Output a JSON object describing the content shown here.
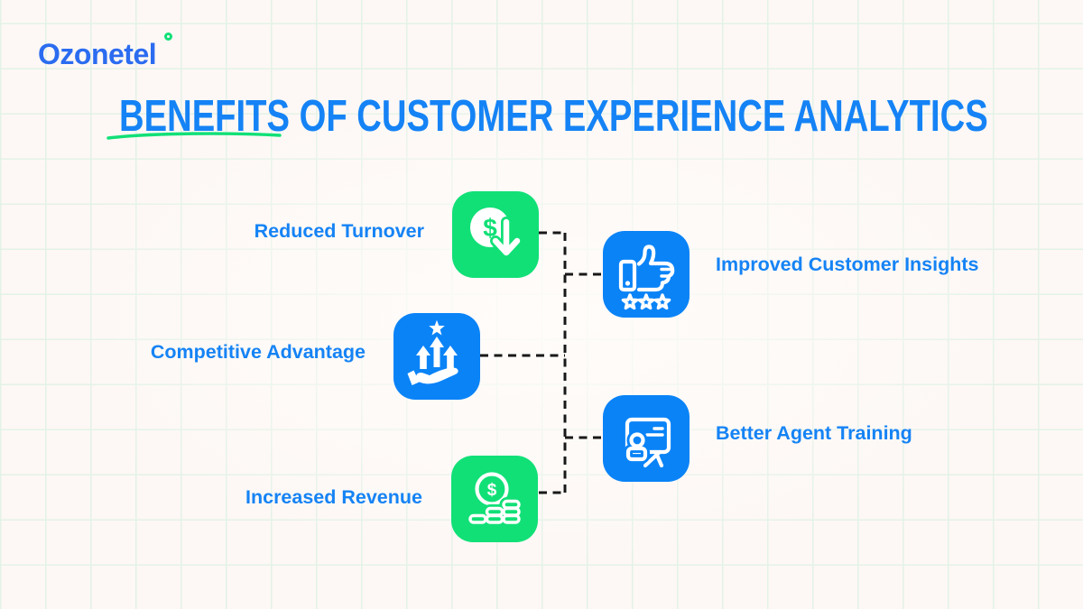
{
  "logo": {
    "text": "Ozonetel"
  },
  "header": {
    "title": "BENEFITS OF CUSTOMER EXPERIENCE ANALYTICS"
  },
  "benefits": [
    {
      "label": "Reduced Turnover",
      "icon": "money-decrease-icon",
      "tile_color": "green",
      "dollar_glyph": "$"
    },
    {
      "label": "Improved Customer Insights",
      "icon": "thumbs-up-rating-icon",
      "tile_color": "blue"
    },
    {
      "label": "Competitive Advantage",
      "icon": "hand-growth-arrows-icon",
      "tile_color": "blue"
    },
    {
      "label": "Better Agent Training",
      "icon": "presentation-trainer-icon",
      "tile_color": "blue"
    },
    {
      "label": "Increased Revenue",
      "icon": "coins-stack-icon",
      "tile_color": "green",
      "dollar_glyph": "$"
    }
  ],
  "colors": {
    "green": "#11E077",
    "blue": "#0A83F7",
    "labelblue": "#1583F5",
    "logoblue": "#2B6CF0",
    "grid": "#E3F2E7",
    "bg": "#FDF8F5",
    "ink": "#181818"
  }
}
